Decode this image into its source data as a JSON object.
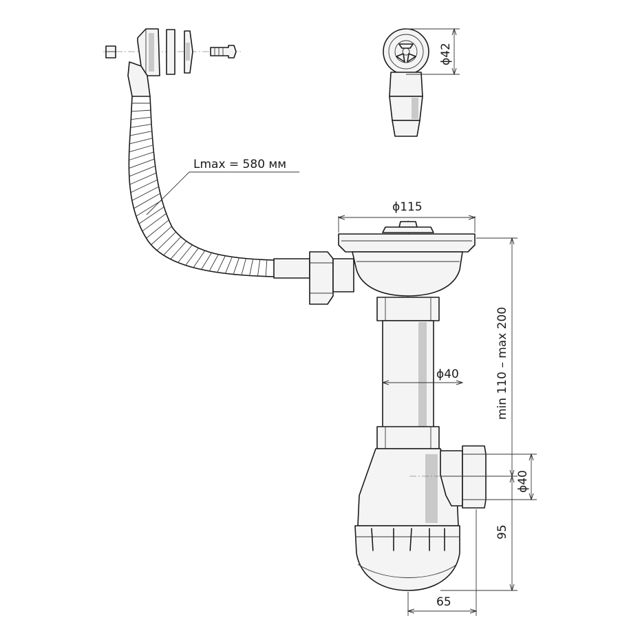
{
  "drawing": {
    "labels": {
      "hose_length": "Lmax = 580 мм",
      "overflow_diameter": "ϕ42",
      "strainer_diameter": "ϕ115",
      "pipe_diameter": "ϕ40",
      "outlet_diameter": "ϕ40",
      "height_range": "min 110 – max 200",
      "trap_height": "95",
      "outlet_offset": "65"
    }
  }
}
